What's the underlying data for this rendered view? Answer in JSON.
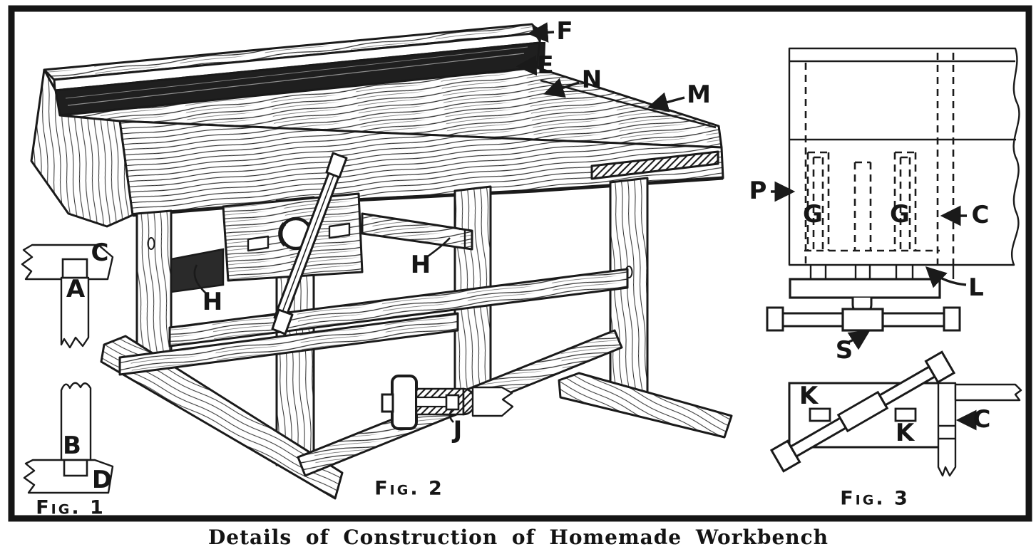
{
  "illustration": {
    "caption": "Details of Construction of Homemade Workbench",
    "ink_color": "#1a1a1a",
    "paper_color": "#ffffff",
    "bench": {
      "f": "F",
      "e": "E",
      "n": "N",
      "m": "M",
      "h_left": "H",
      "h_right": "H"
    },
    "fig1": {
      "caption": "Fig. 1",
      "c": "C",
      "a": "A",
      "b": "B",
      "d": "D"
    },
    "fig2": {
      "caption": "Fig. 2",
      "j": "J"
    },
    "fig3": {
      "caption": "Fig. 3",
      "p": "P",
      "g_left": "G",
      "g_right": "G",
      "c_top": "C",
      "l": "L",
      "s": "S",
      "k_left": "K",
      "k_right": "K",
      "c_bottom": "C"
    }
  }
}
